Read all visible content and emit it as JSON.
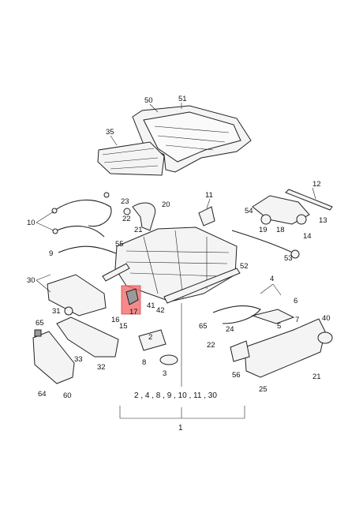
{
  "callouts": {
    "c50": "50",
    "c51": "51",
    "c35": "35",
    "c12": "12",
    "c11": "11",
    "c23": "23",
    "c20": "20",
    "c22": "22",
    "c54": "54",
    "c19": "19",
    "c18": "18",
    "c13": "13",
    "c14": "14",
    "c10": "10",
    "c21a": "21",
    "c55": "55",
    "c9": "9",
    "c52": "52",
    "c53": "53",
    "c4": "4",
    "c30": "30",
    "c41": "41",
    "c42": "42",
    "c17": "17",
    "c16": "16",
    "c15": "15",
    "c2": "2",
    "c3": "3",
    "c5": "5",
    "c6": "6",
    "c7": "7",
    "c8": "8",
    "c31": "31",
    "c65": "65",
    "c33": "33",
    "c32": "32",
    "c64": "64",
    "c60": "60",
    "c66": "65",
    "c22b": "22",
    "c24": "24",
    "c56": "56",
    "c25": "25",
    "c40": "40",
    "c21b": "21"
  },
  "bottom": {
    "group": "2 , 4 , 8 , 9 , 10 , 11 , 30",
    "main": "1"
  },
  "colors": {
    "highlight": "#f26d6d",
    "line": "#222222"
  }
}
